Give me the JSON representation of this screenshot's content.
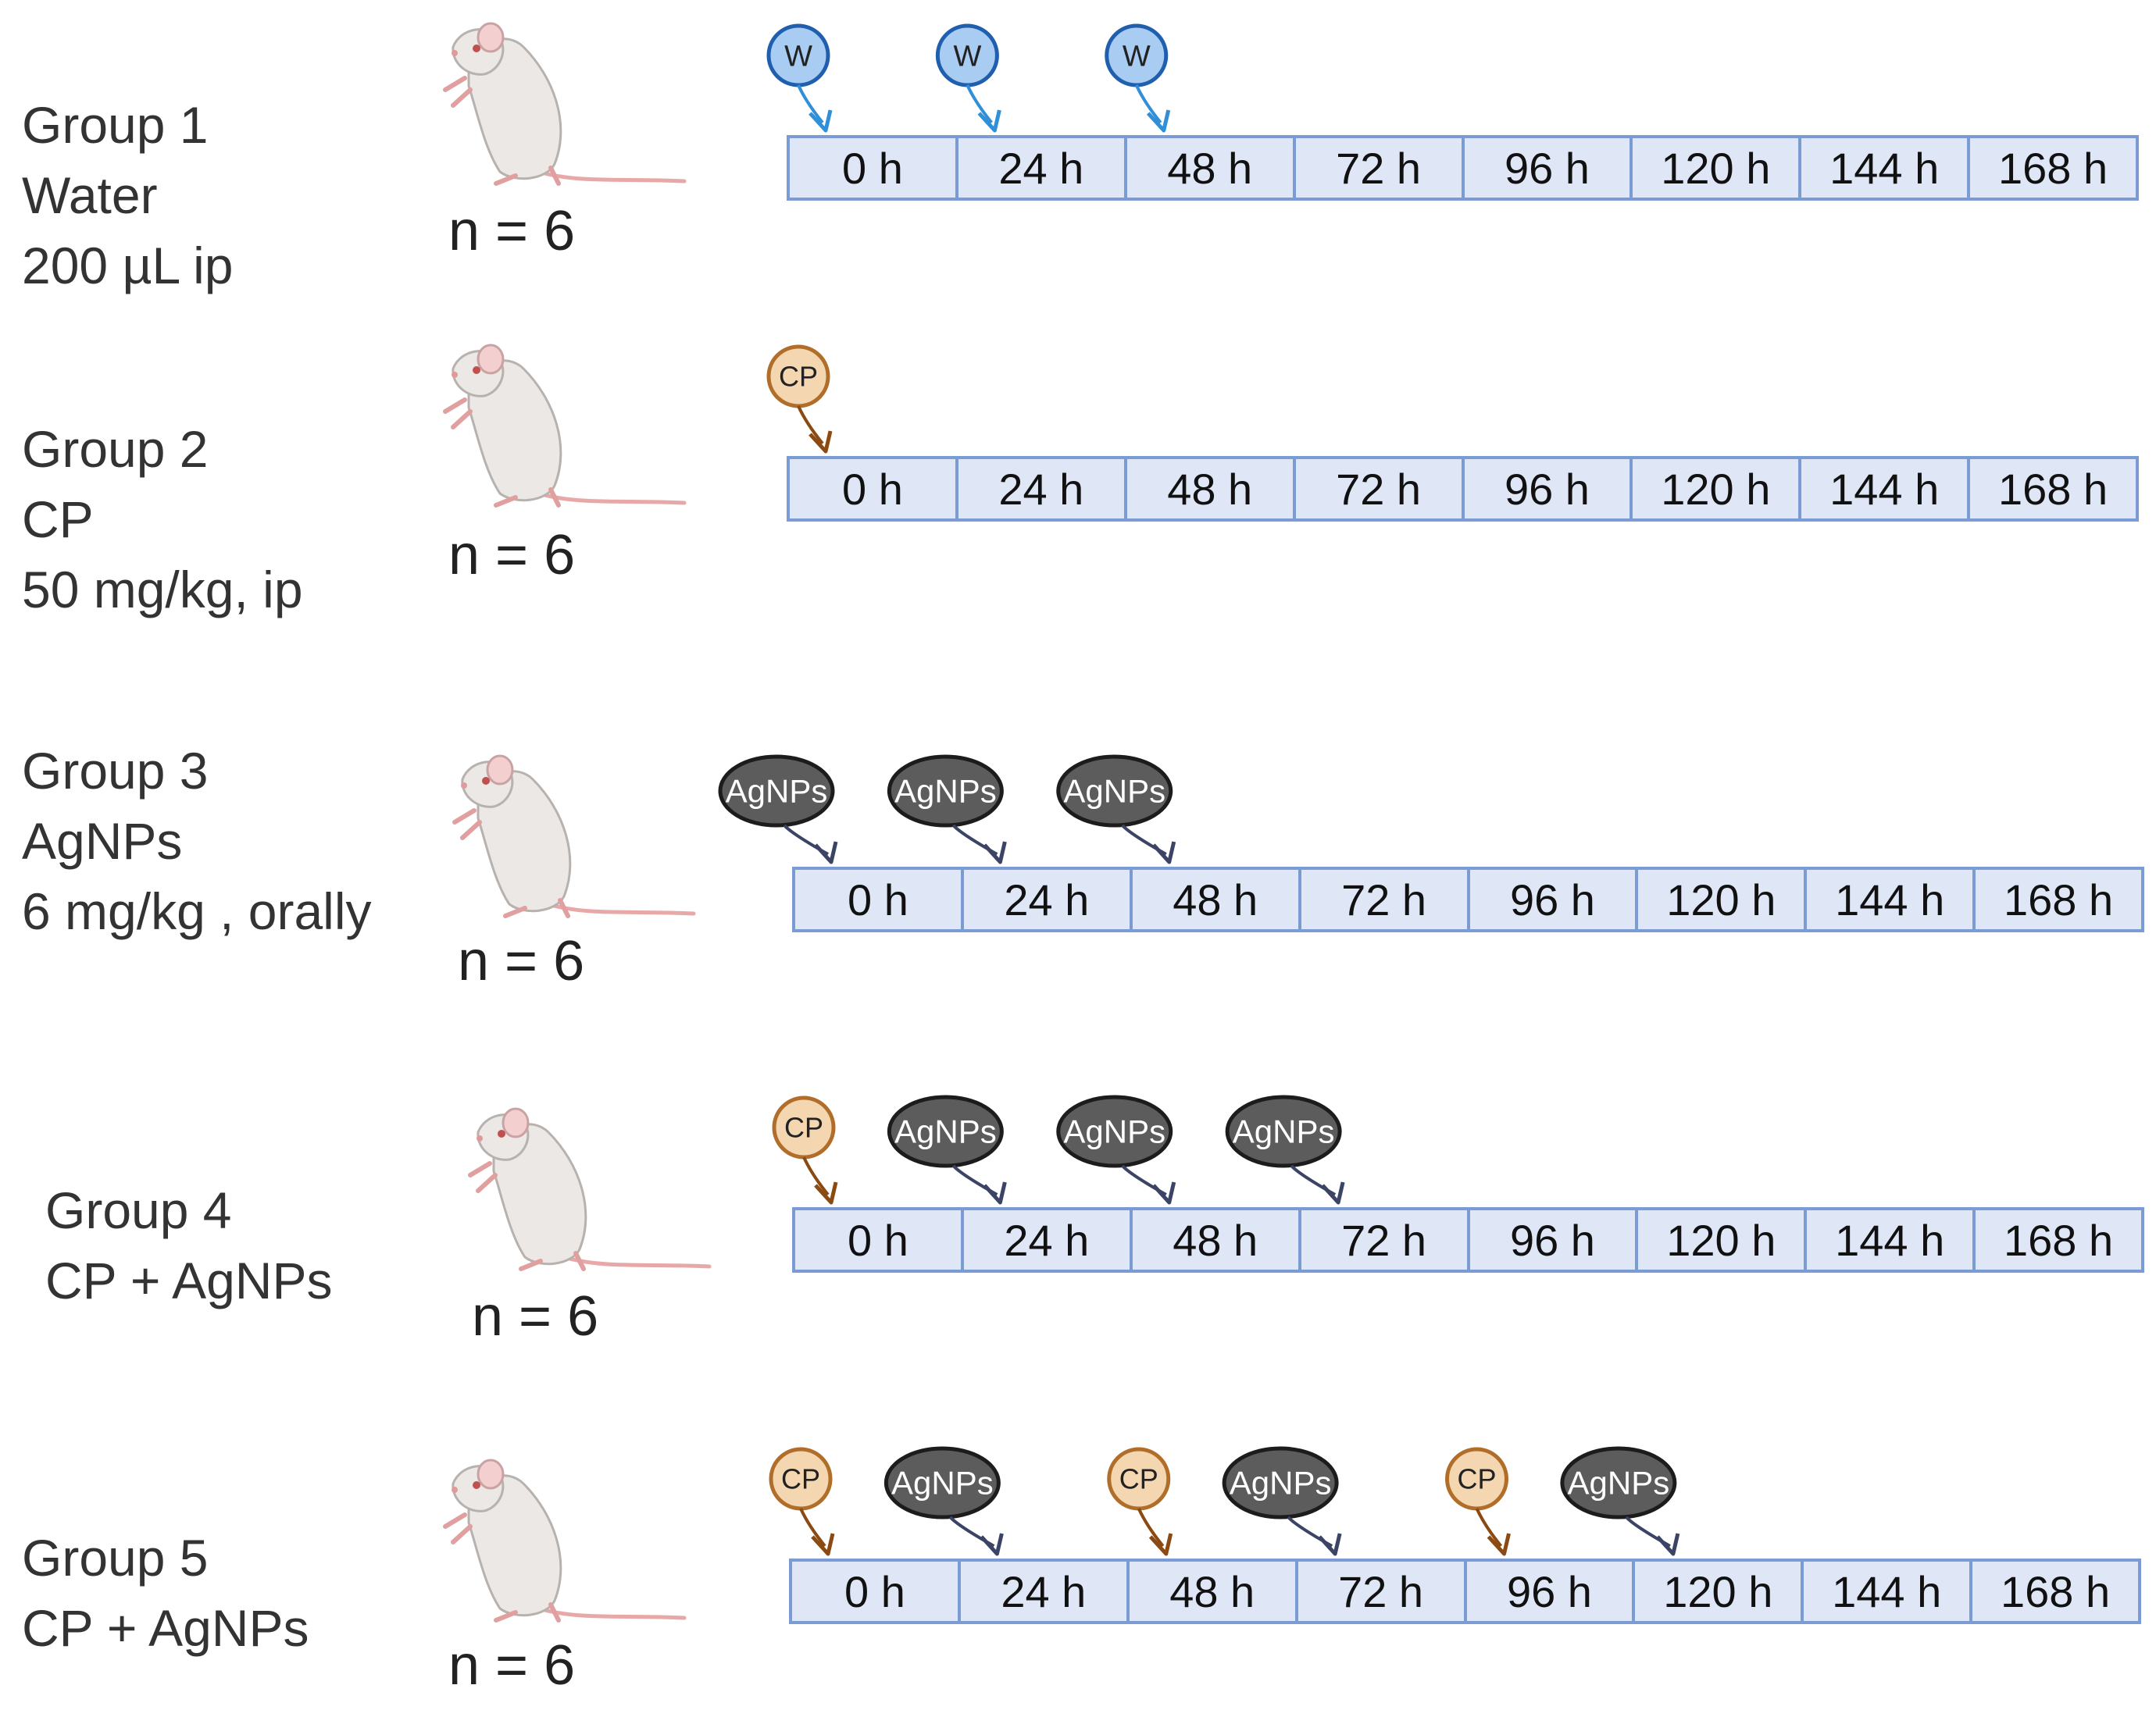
{
  "time_labels": [
    "0 h",
    "24 h",
    "48 h",
    "72 h",
    "96 h",
    "120 h",
    "144 h",
    "168 h"
  ],
  "n_text": "n = 6",
  "colors": {
    "water_fill": "#a9cdf2",
    "water_stroke": "#1f5fae",
    "water_arrow": "#2f8fd8",
    "cp_fill": "#f4d6b0",
    "cp_stroke": "#b06e2a",
    "cp_arrow": "#8a4a12",
    "agnps_fill": "#5c5c5c",
    "agnps_stroke": "#1c1c1c",
    "agnps_arrow": "#3c4466",
    "timeline_fill": "#dfe7f7",
    "timeline_stroke": "#7a9bd4"
  },
  "groups": [
    {
      "lines": [
        "Group 1",
        "Water",
        "200 µL ip"
      ],
      "markers": [
        {
          "type": "water",
          "label": "W",
          "hour": 0
        },
        {
          "type": "water",
          "label": "W",
          "hour": 24
        },
        {
          "type": "water",
          "label": "W",
          "hour": 48
        }
      ]
    },
    {
      "lines": [
        "Group 2",
        "CP",
        "50 mg/kg,  ip"
      ],
      "markers": [
        {
          "type": "cp",
          "label": "CP",
          "hour": 0
        }
      ]
    },
    {
      "lines": [
        "Group 3",
        "AgNPs",
        "6 mg/kg , orally"
      ],
      "markers": [
        {
          "type": "agnps",
          "label": "AgNPs",
          "hour": 0
        },
        {
          "type": "agnps",
          "label": "AgNPs",
          "hour": 24
        },
        {
          "type": "agnps",
          "label": "AgNPs",
          "hour": 48
        }
      ]
    },
    {
      "lines": [
        "Group 4",
        "CP  + AgNPs"
      ],
      "markers": [
        {
          "type": "cp",
          "label": "CP",
          "hour": 0
        },
        {
          "type": "agnps",
          "label": "AgNPs",
          "hour": 24
        },
        {
          "type": "agnps",
          "label": "AgNPs",
          "hour": 48
        },
        {
          "type": "agnps",
          "label": "AgNPs",
          "hour": 72
        }
      ]
    },
    {
      "lines": [
        "Group 5",
        "CP  + AgNPs"
      ],
      "markers": [
        {
          "type": "cp",
          "label": "CP",
          "hour": 0
        },
        {
          "type": "agnps",
          "label": "AgNPs",
          "hour": 24
        },
        {
          "type": "cp",
          "label": "CP",
          "hour": 48
        },
        {
          "type": "agnps",
          "label": "AgNPs",
          "hour": 72
        },
        {
          "type": "cp",
          "label": "CP",
          "hour": 96
        },
        {
          "type": "agnps",
          "label": "AgNPs",
          "hour": 120
        }
      ]
    }
  ]
}
